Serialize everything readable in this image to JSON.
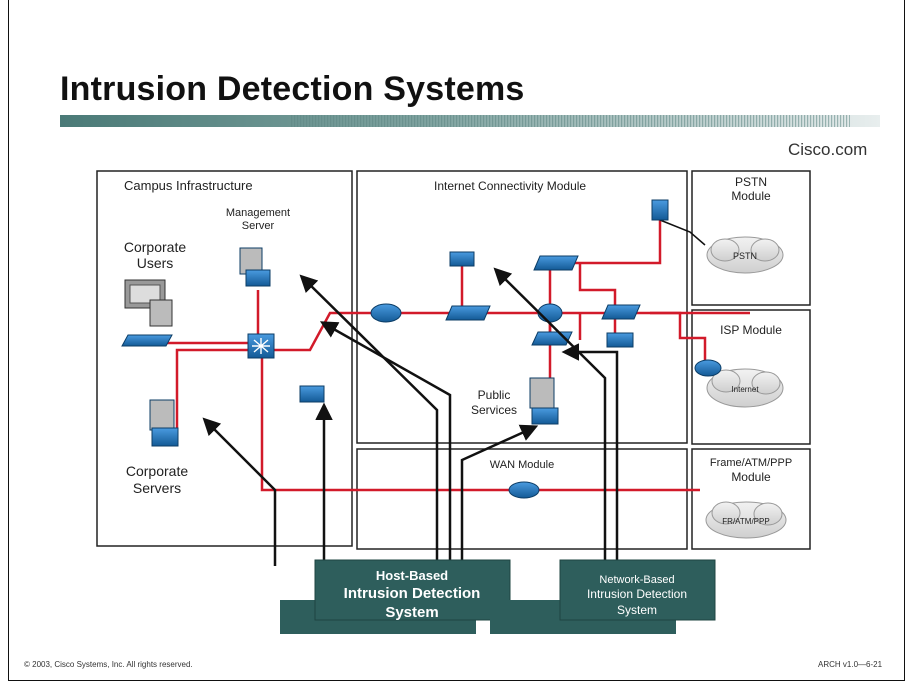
{
  "slide": {
    "title": "Intrusion Detection Systems",
    "brand": "Cisco.com",
    "copyright": "© 2003, Cisco Systems, Inc. All rights reserved.",
    "page_ref": "ARCH v1.0—6-21"
  },
  "modules": {
    "campus": "Campus Infrastructure",
    "internet": "Internet Connectivity Module",
    "pstn": [
      "PSTN",
      "Module"
    ],
    "isp": "ISP Module",
    "wan": "WAN Module",
    "frame": [
      "Frame/ATM/PPP",
      "Module"
    ]
  },
  "labels": {
    "mgmt": [
      "Management",
      "Server"
    ],
    "corp_users": [
      "Corporate",
      "Users"
    ],
    "corp_servers": [
      "Corporate",
      "Servers"
    ],
    "public": [
      "Public",
      "Services"
    ]
  },
  "clouds": {
    "pstn": "PSTN",
    "internet": "Internet",
    "fratm": "FR/ATM/PPP"
  },
  "ids": {
    "host": [
      "Host-Based",
      "Intrusion Detection",
      "System"
    ],
    "network": [
      "Network-Based",
      "Intrusion Detection",
      "System"
    ]
  },
  "colors": {
    "link": "#d21a2a",
    "device": "#1f73b8",
    "ids_box": "#2e5e5c"
  }
}
